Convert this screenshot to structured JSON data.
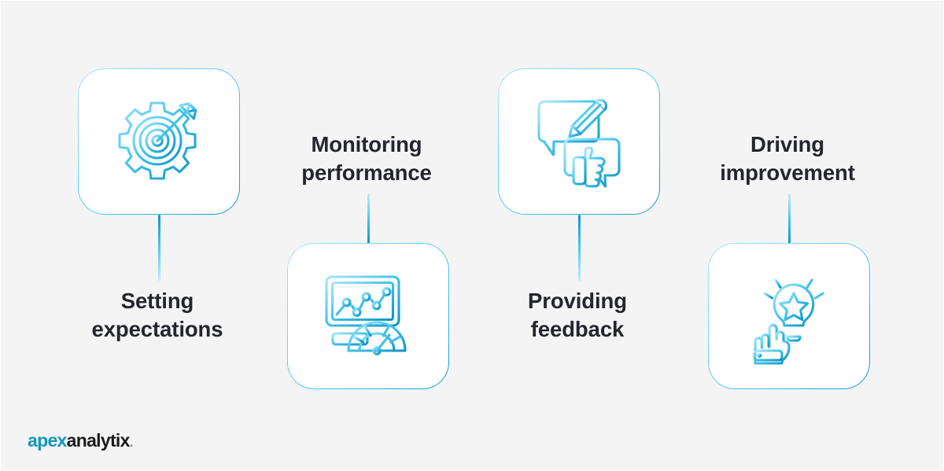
{
  "page": {
    "background_color": "#f4f4f5",
    "accent_light": "#a9e6fb",
    "accent_mid": "#3ec3ec",
    "accent_dark": "#0e97c6",
    "text_color": "#24262b"
  },
  "steps": [
    {
      "id": "setting-expectations",
      "label": "Setting\nexpectations",
      "icon_name": "gear-target-arrow-icon",
      "layout": "card-above-label-below",
      "order": 1
    },
    {
      "id": "monitoring-performance",
      "label": "Monitoring\nperformance",
      "icon_name": "monitor-chart-gauge-icon",
      "layout": "label-above-card-below",
      "order": 2
    },
    {
      "id": "providing-feedback",
      "label": "Providing\nfeedback",
      "icon_name": "speech-bubbles-pencil-thumbsup-icon",
      "layout": "card-above-label-below",
      "order": 3
    },
    {
      "id": "driving-improvement",
      "label": "Driving\nimprovement",
      "icon_name": "lightbulb-star-hand-icon",
      "layout": "label-above-card-below",
      "order": 4
    }
  ],
  "logo": {
    "part_one": "apex",
    "part_two": "analytix",
    "trademark": ".",
    "part_one_color": "#1296bd",
    "part_two_color": "#1a1a1a"
  }
}
